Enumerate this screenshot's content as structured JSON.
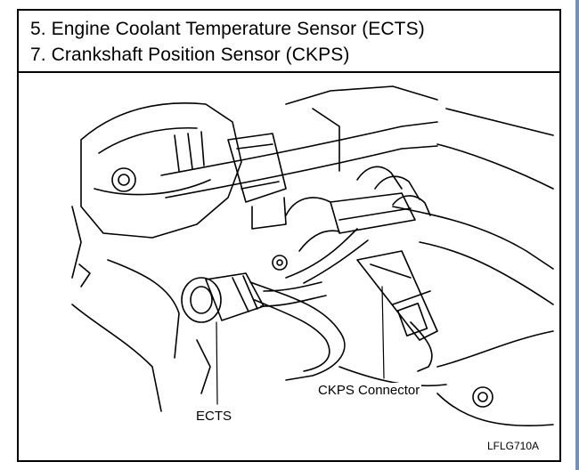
{
  "header": {
    "line1": "5. Engine Coolant Temperature Sensor (ECTS)",
    "line2": "7. Crankshaft Position Sensor (CKPS)"
  },
  "labels": {
    "ckps_connector": "CKPS Connector",
    "ects": "ECTS",
    "figure_code": "LFLG710A"
  }
}
